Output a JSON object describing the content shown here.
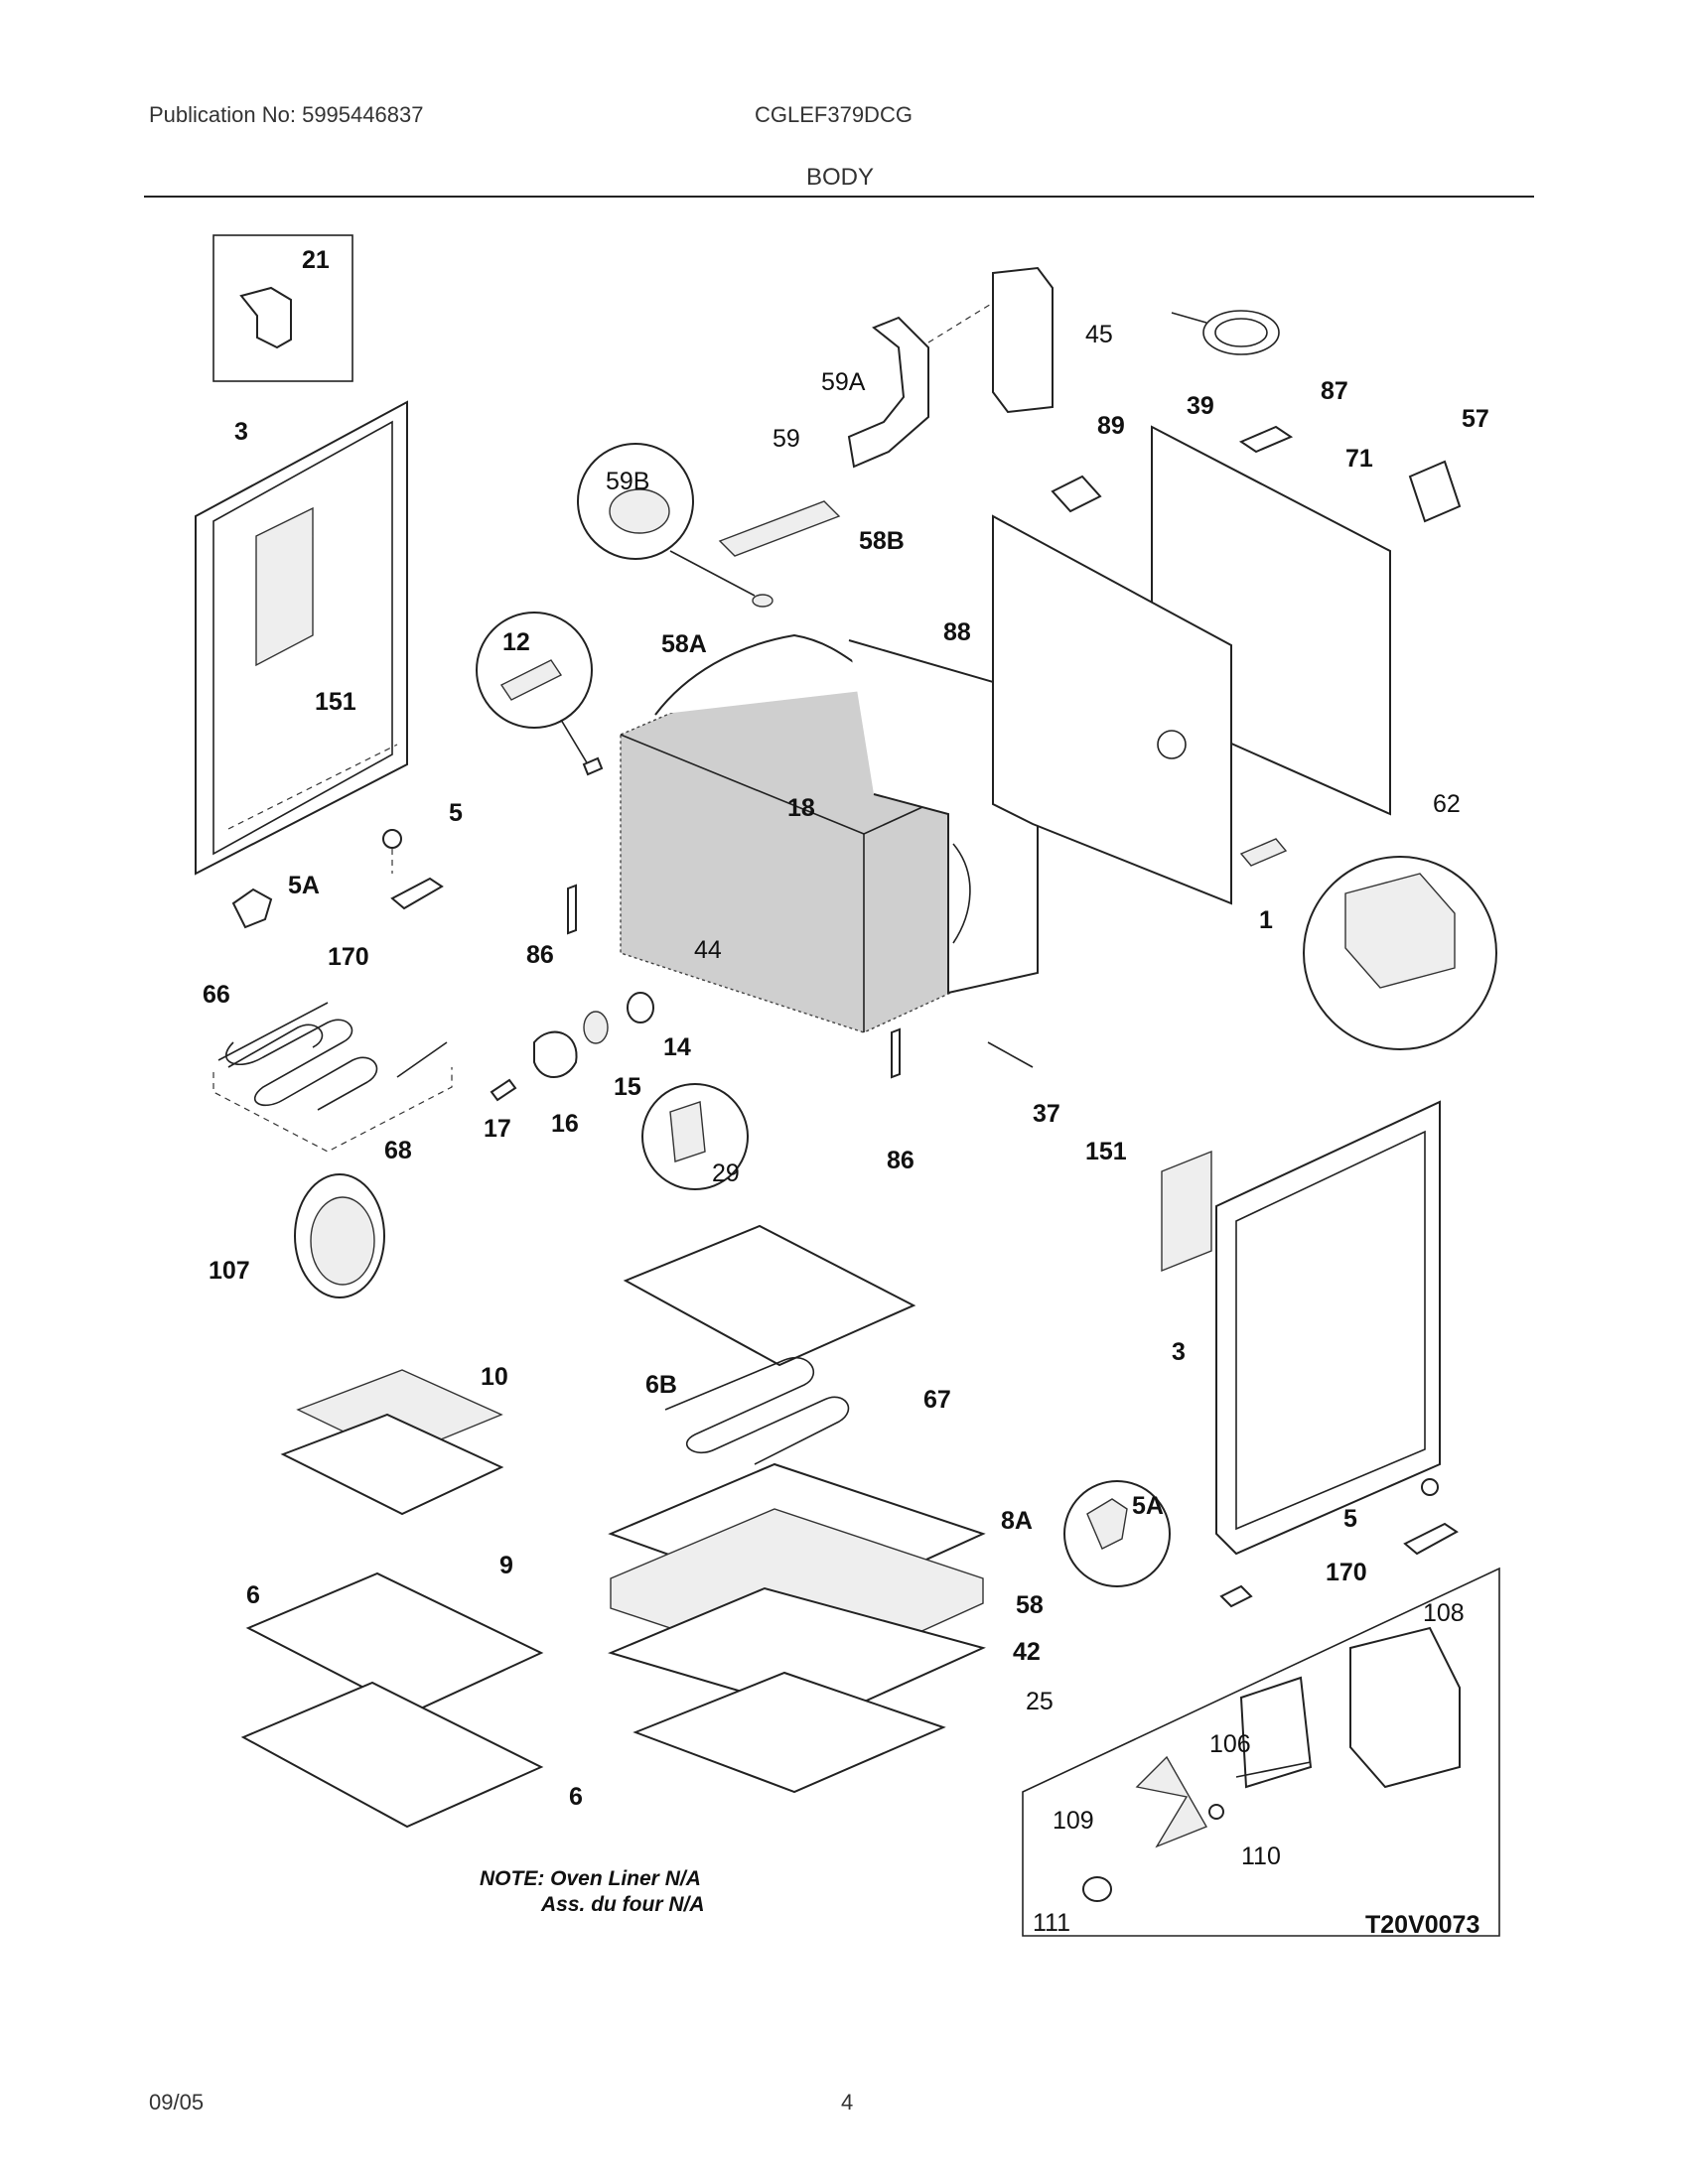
{
  "header": {
    "publication": "Publication No: 5995446837",
    "model": "CGLEF379DCG",
    "section": "BODY"
  },
  "footer": {
    "date": "09/05",
    "page": "4"
  },
  "diagram_code": "T20V0073",
  "note": {
    "line1": "NOTE: Oven Liner N/A",
    "line2": "Ass. du four N/A"
  },
  "callouts": {
    "c21": "21",
    "c3a": "3",
    "c151a": "151",
    "c5a": "5",
    "c5Aa": "5A",
    "c170a": "170",
    "c66": "66",
    "c68": "68",
    "c12": "12",
    "c58A": "58A",
    "c18": "18",
    "c86a": "86",
    "c44": "44",
    "c14": "14",
    "c15": "15",
    "c16": "16",
    "c17": "17",
    "c29": "29",
    "c86b": "86",
    "c59B": "59B",
    "c59": "59",
    "c59A": "59A",
    "c45": "45",
    "c58B": "58B",
    "c88": "88",
    "c89": "89",
    "c39": "39",
    "c87": "87",
    "c57": "57",
    "c71": "71",
    "c62": "62",
    "c1": "1",
    "c37": "37",
    "c151b": "151",
    "c3b": "3",
    "c107": "107",
    "c10": "10",
    "c9": "9",
    "c6B": "6B",
    "c67": "67",
    "c8A": "8A",
    "c58": "58",
    "c42": "42",
    "c25": "25",
    "c6a": "6",
    "c6b": "6",
    "c5Ab": "5A",
    "c5b": "5",
    "c170b": "170",
    "c108": "108",
    "c106": "106",
    "c109": "109",
    "c110": "110",
    "c111": "111"
  }
}
